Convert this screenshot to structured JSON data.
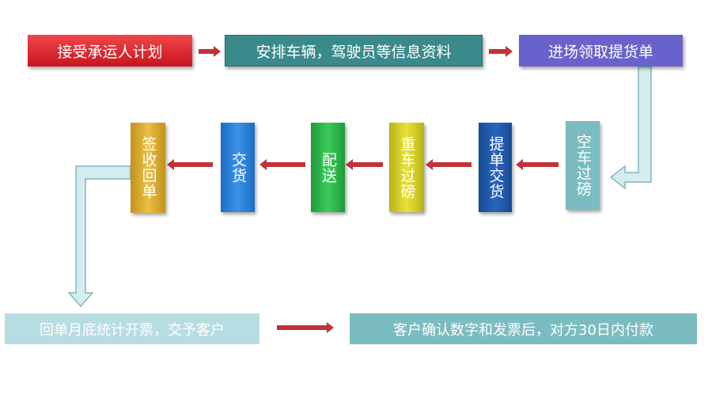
{
  "row1": [
    {
      "label": "接受承运人计划"
    },
    {
      "label": "安排车辆，驾驶员等信息资料"
    },
    {
      "label": "进场领取提货单"
    }
  ],
  "row2": [
    {
      "label": "空车过磅"
    },
    {
      "label": "提单交货"
    },
    {
      "label": "重车过磅"
    },
    {
      "label": "配送"
    },
    {
      "label": "交货"
    },
    {
      "label": "签收回单"
    }
  ],
  "row3": [
    {
      "label": "回单月底统计开票，交予客户"
    },
    {
      "label": "客户确认数字和发票后，对方30日内付款"
    }
  ],
  "colors": {
    "red": "#e0232b",
    "teal": "#3a8a8c",
    "purple": "#6a62cc",
    "lightTeal": "#7bbcc0",
    "blue": "#1f56a8",
    "yellow": "#d9d21a",
    "green": "#2db34a",
    "blue2": "#2b7fd6",
    "gold": "#d6a92a",
    "paleTeal": "#b7dde2",
    "arrow": "#c1333a"
  }
}
